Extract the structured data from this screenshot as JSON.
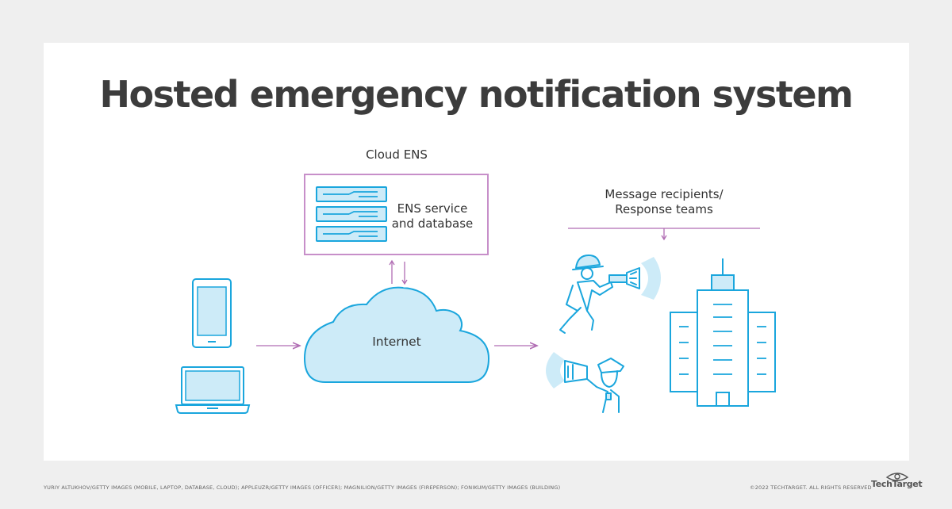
{
  "title": "Hosted emergency notification system",
  "labels": {
    "cloud_ens": "Cloud ENS",
    "ens_service_line1": "ENS service",
    "ens_service_line2": "and database",
    "recipients_line1": "Message recipients/",
    "recipients_line2": "Response teams",
    "internet": "Internet"
  },
  "credits": {
    "left": "YURIY ALTUKHOV/GETTY IMAGES (MOBILE, LAPTOP, DATABASE, CLOUD); APPLEUZR/GETTY IMAGES (OFFICER); MAGNILION/GETTY IMAGES (FIREPERSON); FONIKUM/GETTY IMAGES (BUILDING)",
    "right": "©2022 TECHTARGET. ALL RIGHTS RESERVED",
    "brand": "TechTarget"
  },
  "colors": {
    "icon_stroke": "#1aa6dd",
    "icon_fill": "#cdebf8",
    "arrow": "#b06cb3",
    "box_border": "#c78fc9",
    "title": "#3c3c3c"
  },
  "icons": [
    "mobile-phone-icon",
    "laptop-icon",
    "database-server-icon",
    "cloud-icon",
    "firefighter-icon",
    "police-officer-icon",
    "building-icon"
  ]
}
